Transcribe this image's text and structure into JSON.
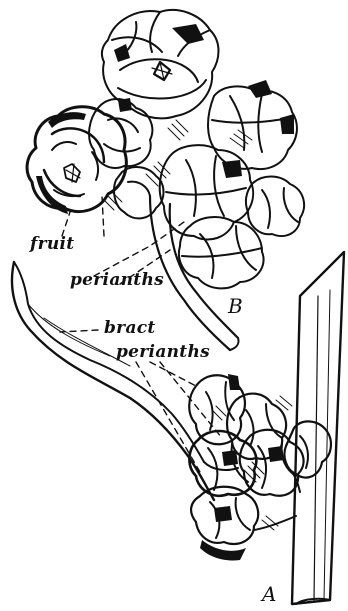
{
  "labels": {
    "fruit": "fruit",
    "perianths_upper": "perianths",
    "bract": "bract",
    "perianths_lower": "perianths",
    "panel_a": "A",
    "panel_b": "B"
  },
  "colors": {
    "ink": "#111111",
    "paper": "#ffffff"
  }
}
